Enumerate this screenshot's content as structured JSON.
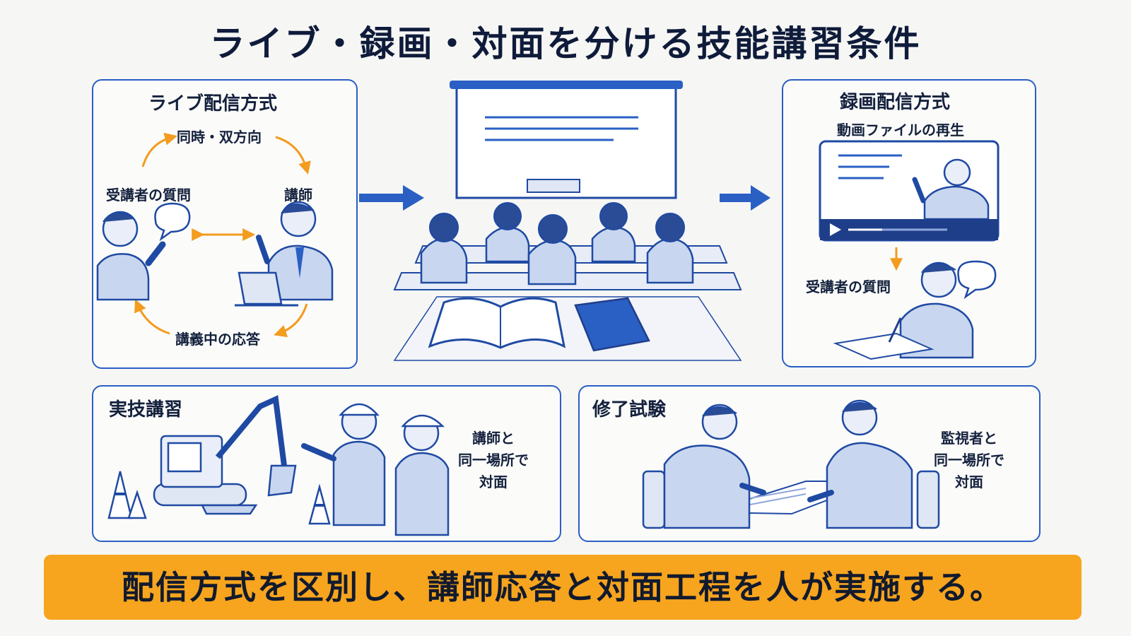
{
  "title": "ライブ・録画・対面を分ける技能講習条件",
  "live": {
    "heading": "ライブ配信方式",
    "top_label": "同時・双方向",
    "left_label": "受講者の質問",
    "right_label": "講師",
    "bottom_label": "講義中の応答"
  },
  "recorded": {
    "heading": "録画配信方式",
    "subtitle": "動画ファイルの再生",
    "question_label": "受講者の質問"
  },
  "practical": {
    "heading": "実技講習",
    "note_line1": "講師と",
    "note_line2": "同一場所で",
    "note_line3": "対面"
  },
  "exam": {
    "heading": "修了試験",
    "note_line1": "監視者と",
    "note_line2": "同一場所で",
    "note_line3": "対面"
  },
  "banner": "配信方式を区別し、講師応答と対面工程を人が実施する。",
  "colors": {
    "accent_blue": "#2a5fc4",
    "accent_orange": "#f39c1f",
    "banner": "#f7a51e"
  }
}
